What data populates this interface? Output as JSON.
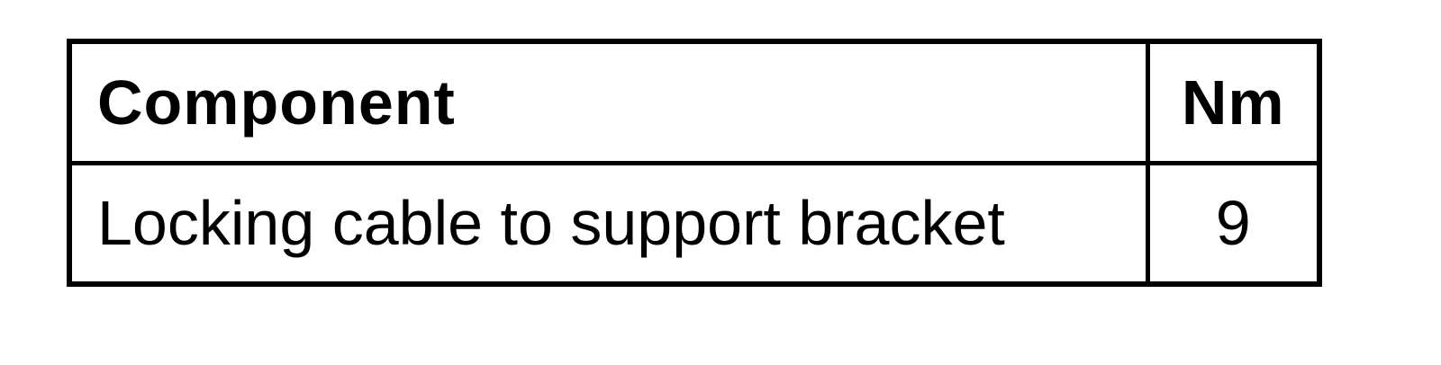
{
  "table": {
    "headers": {
      "component": "Component",
      "nm": "Nm"
    },
    "rows": [
      {
        "component": "Locking cable to support bracket",
        "nm": "9"
      }
    ]
  }
}
